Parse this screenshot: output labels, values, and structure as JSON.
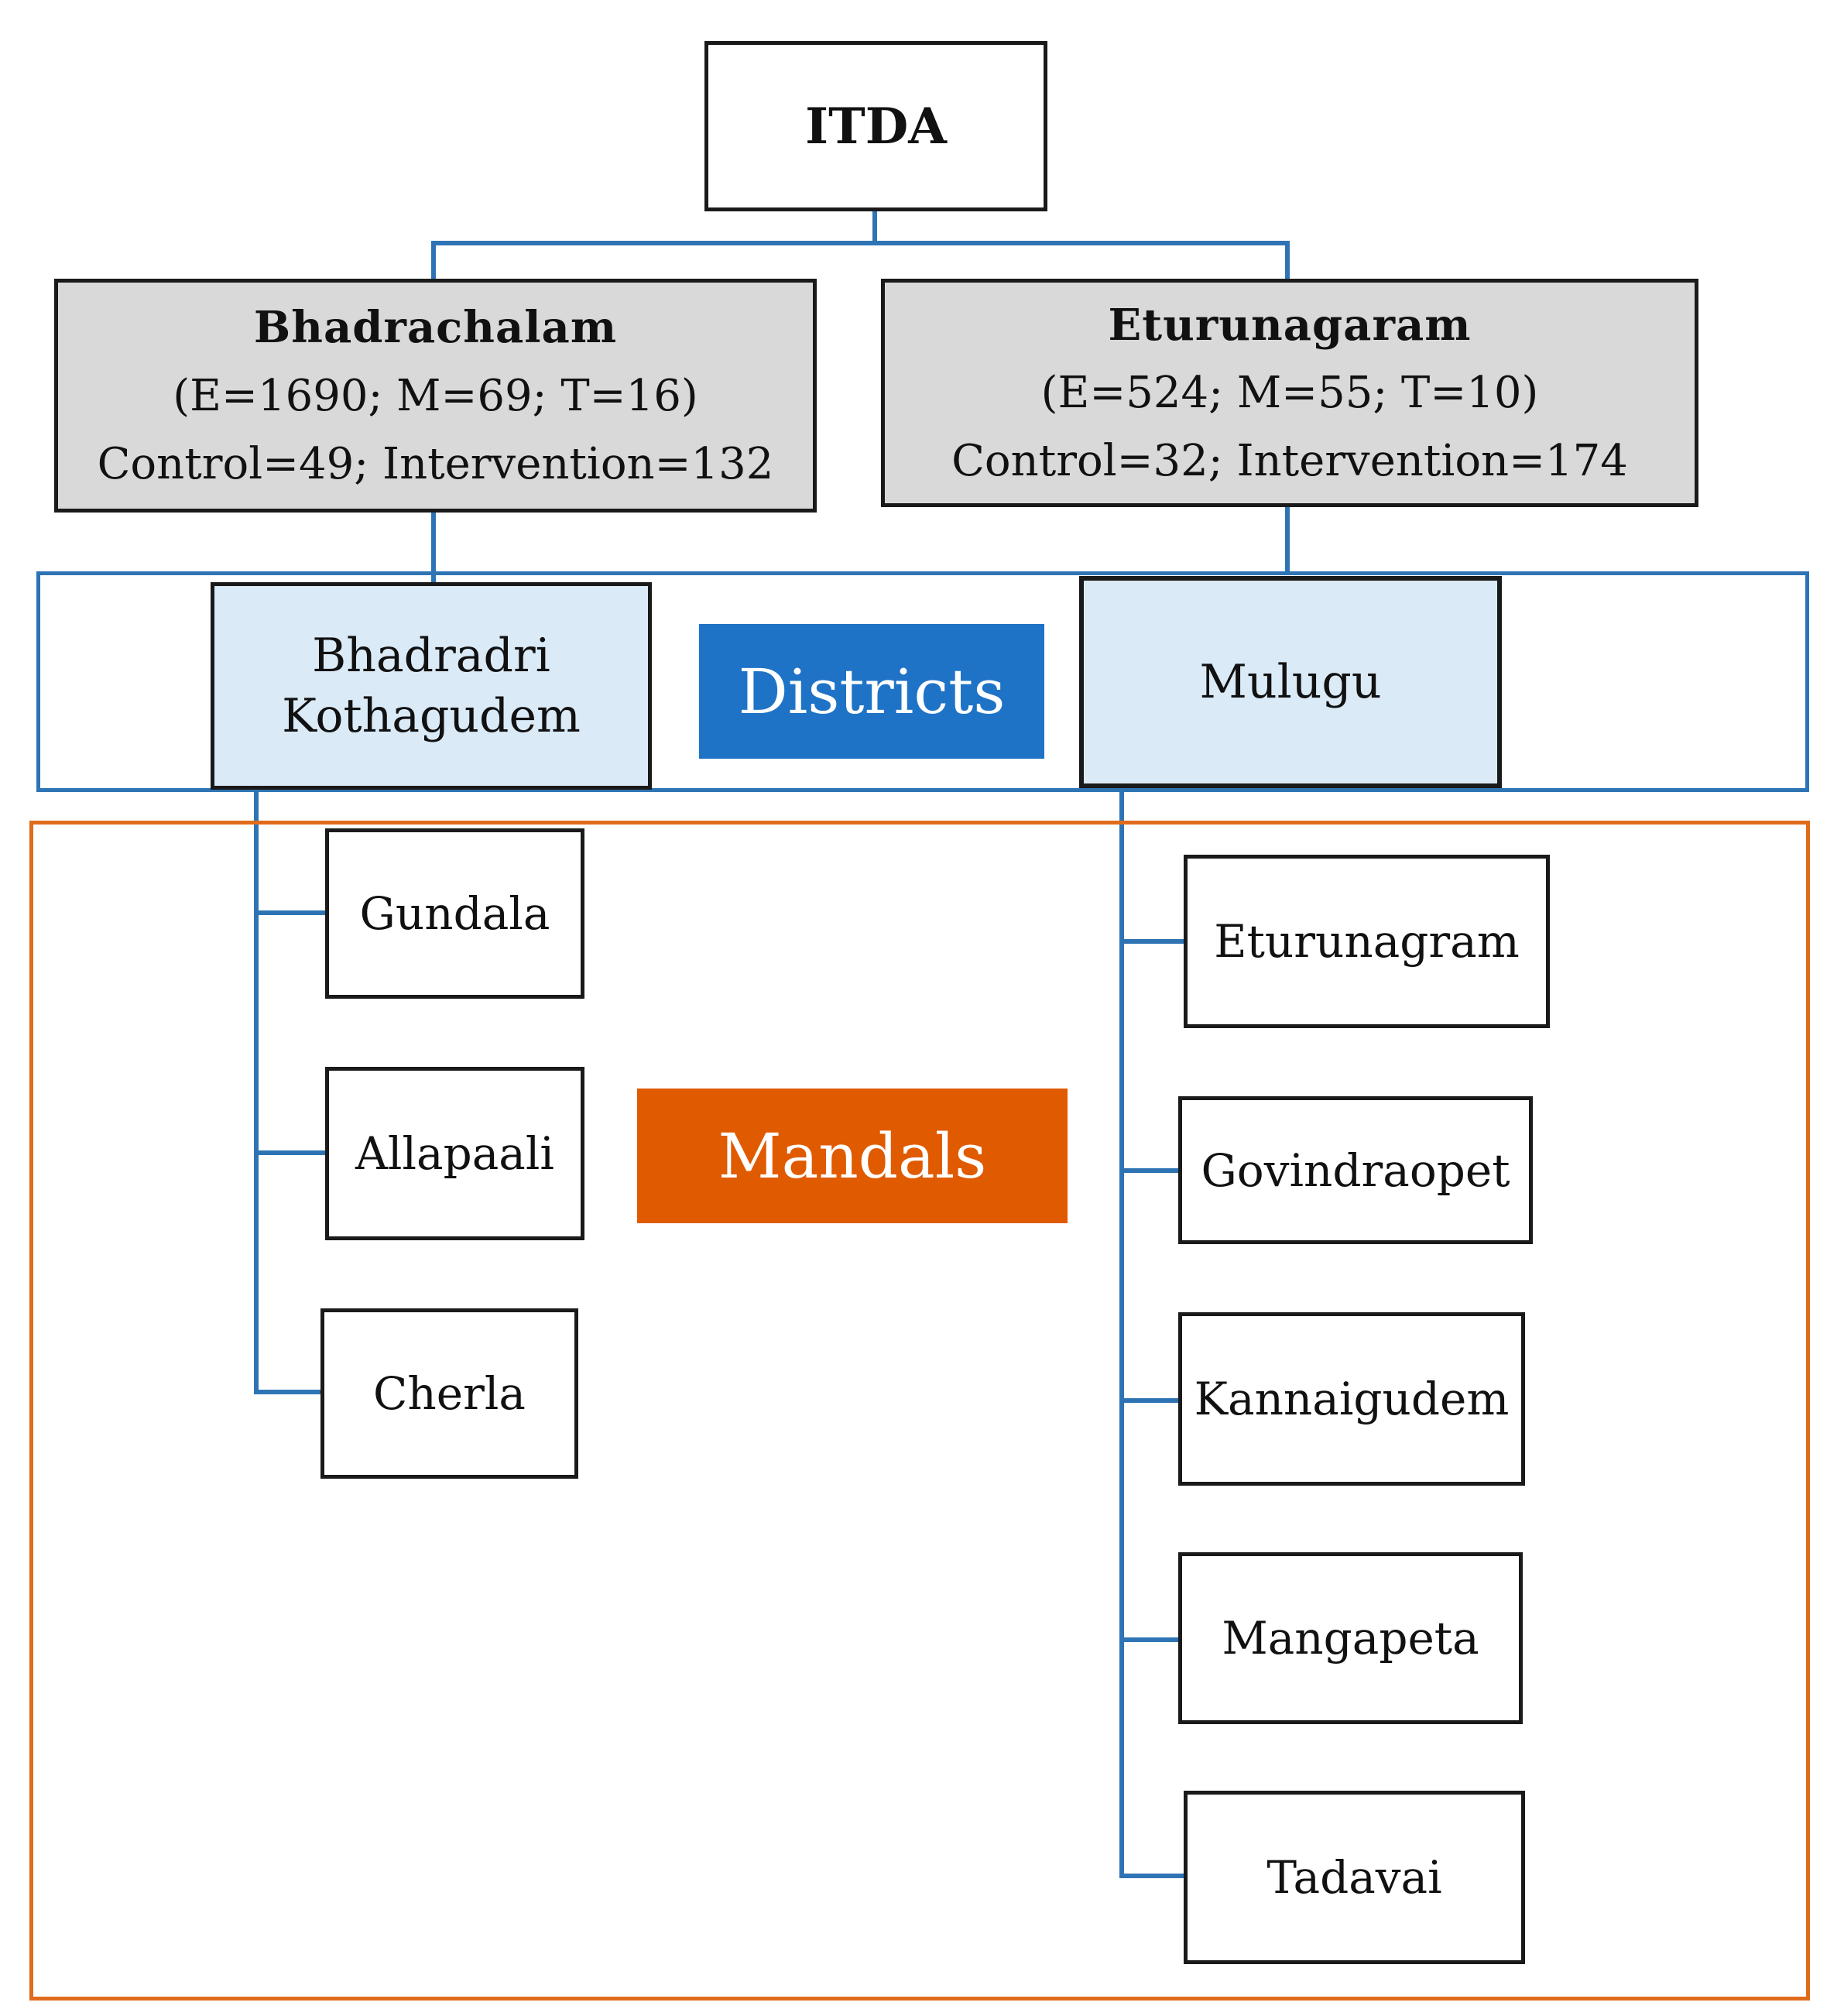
{
  "root": {
    "title": "ITDA"
  },
  "itdas": [
    {
      "name": "Bhadrachalam",
      "stats": "(E=1690; M=69; T=16)",
      "groups": "Control=49; Intervention=132"
    },
    {
      "name": "Eturunagaram",
      "stats": "(E=524; M=55; T=10)",
      "groups": "Control=32; Intervention=174"
    }
  ],
  "districts": {
    "label": "Districts",
    "items": [
      {
        "line1": "Bhadradri",
        "line2": "Kothagudem"
      },
      {
        "line1": "Mulugu"
      }
    ]
  },
  "mandals": {
    "label": "Mandals",
    "left": [
      "Gundala",
      "Allapaali",
      "Cherla"
    ],
    "right": [
      "Eturunagram",
      "Govindraopet",
      "Kannaigudem",
      "Mangapeta",
      "Tadavai"
    ]
  },
  "colors": {
    "connector": "#2e74b5",
    "districts_frame": "#2e74b5",
    "districts_label_bg": "#1f73c7",
    "mandals_frame": "#e06b1c",
    "mandals_label_bg": "#e05a00",
    "itda_fill": "#d9d9d9",
    "district_fill": "#daeaf7"
  }
}
